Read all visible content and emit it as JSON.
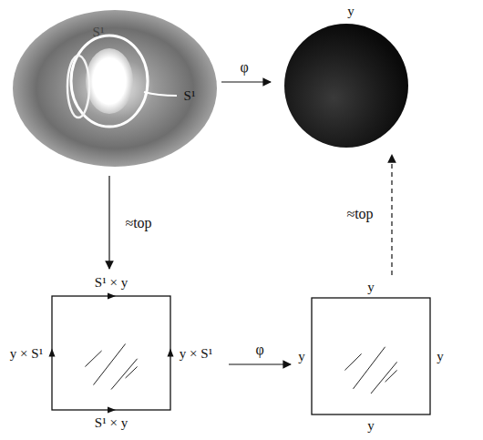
{
  "diagram": {
    "nodes": [
      {
        "text": [
          "S¹",
          "S¹"
        ]
      },
      {
        "text": [
          "y"
        ]
      },
      {
        "text": [
          "S¹ × y",
          "y × S¹",
          "y × S¹",
          "S¹ × y"
        ]
      },
      {
        "text": [
          "y",
          "y",
          "y",
          "y"
        ]
      }
    ],
    "edges": [
      {
        "from": 0,
        "to": 1,
        "label": "φ",
        "arrow": "to"
      },
      {
        "from": 0,
        "to": 2,
        "label": "≈top",
        "arrow": "to"
      },
      {
        "from": 2,
        "to": 3,
        "label": "φ",
        "arrow": "to"
      },
      {
        "from": 3,
        "to": 1,
        "label": "≈top",
        "arrow": "to"
      }
    ]
  }
}
